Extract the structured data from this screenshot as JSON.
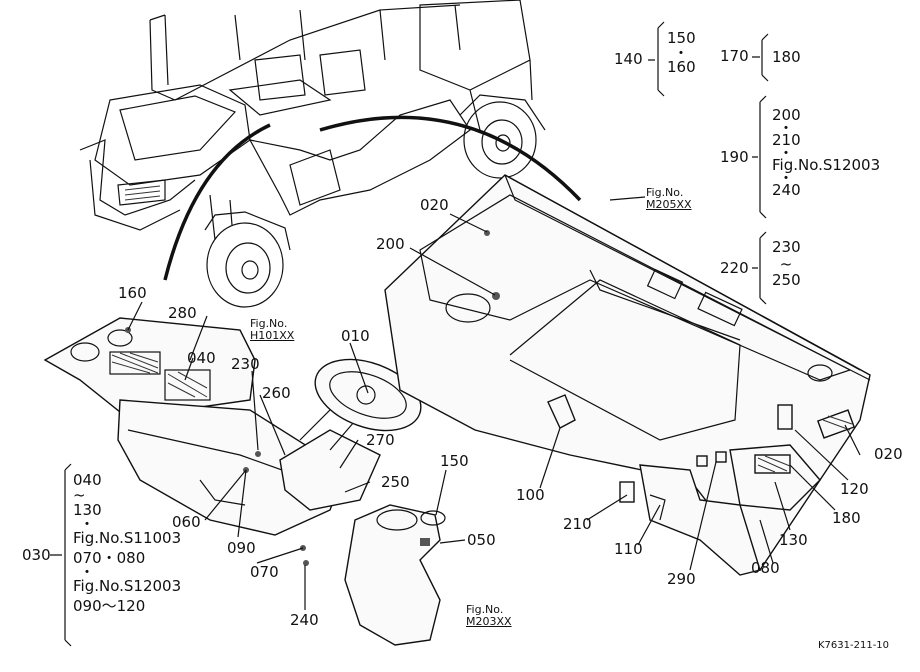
{
  "callouts": {
    "c160_top": "160",
    "c280": "280",
    "c040_dash": "040",
    "c230": "230",
    "c010": "010",
    "c260": "260",
    "c270": "270",
    "c250": "250",
    "c150": "150",
    "c050": "050",
    "c060": "060",
    "c090": "090",
    "c070": "070",
    "c240": "240",
    "c020_top": "020",
    "c200": "200",
    "c100": "100",
    "c210": "210",
    "c110": "110",
    "c290": "290",
    "c080": "080",
    "c130": "130",
    "c180_bot": "180",
    "c120": "120",
    "c020_right": "020"
  },
  "figure_refs": {
    "h101": {
      "label": "Fig.No.",
      "code": "H101XX"
    },
    "m205": {
      "label": "Fig.No.",
      "code": "M205XX"
    },
    "m203": {
      "label": "Fig.No.",
      "code": "M203XX"
    }
  },
  "groups": {
    "g140": {
      "main": "140",
      "items": [
        "150",
        "・",
        "160"
      ]
    },
    "g170": {
      "main": "170",
      "items": [
        "180"
      ]
    },
    "g190": {
      "main": "190",
      "items": [
        "200",
        "・",
        "210",
        "・",
        "Fig.No.S12003",
        "・",
        "240"
      ]
    },
    "g220": {
      "main": "220",
      "items": [
        "230",
        "~",
        "250"
      ]
    },
    "g030": {
      "main": "030",
      "items": [
        "040",
        "~",
        "130",
        "・",
        "Fig.No.S11003",
        "070・080",
        "・",
        "Fig.No.S12003",
        "090～120"
      ]
    }
  },
  "drawing_code": "K7631-211-10"
}
